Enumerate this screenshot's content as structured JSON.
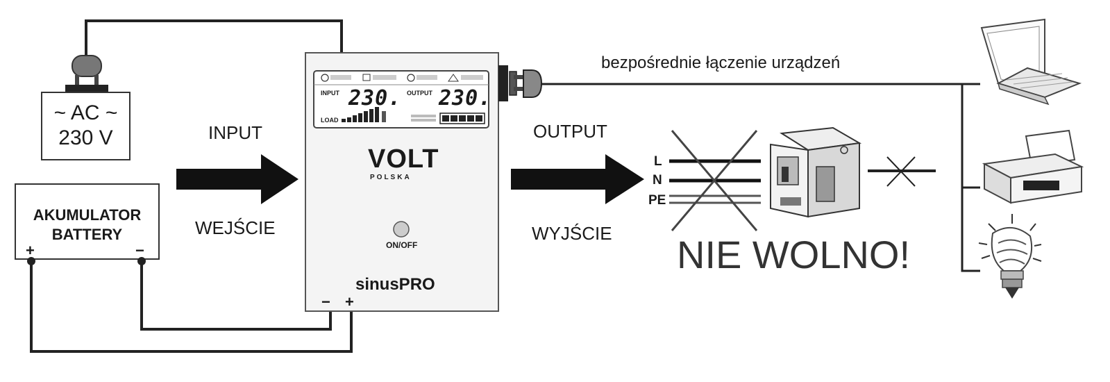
{
  "ac_source": {
    "line1": "~ AC ~",
    "line2": "230 V"
  },
  "battery": {
    "line1": "AKUMULATOR",
    "line2": "BATTERY",
    "plus": "+",
    "minus": "−"
  },
  "input": {
    "label_en": "INPUT",
    "label_pl": "WEJŚCIE"
  },
  "output": {
    "label_en": "OUTPUT",
    "label_pl": "WYJŚCIE"
  },
  "inverter": {
    "brand": "VOLT",
    "brand_sub": "POLSKA",
    "model": "sinusPRO",
    "power_button_label": "ON/OFF",
    "terminal_minus": "−",
    "terminal_plus": "+",
    "display": {
      "input_label": "INPUT",
      "input_value": "230.",
      "output_label": "OUTPUT",
      "output_value": "230.",
      "load_label": "LOAD"
    }
  },
  "direct_connection": "bezpośrednie łączenie urządzeń",
  "wiring": {
    "L": "L",
    "N": "N",
    "PE": "PE"
  },
  "warning": "NIE WOLNO!"
}
